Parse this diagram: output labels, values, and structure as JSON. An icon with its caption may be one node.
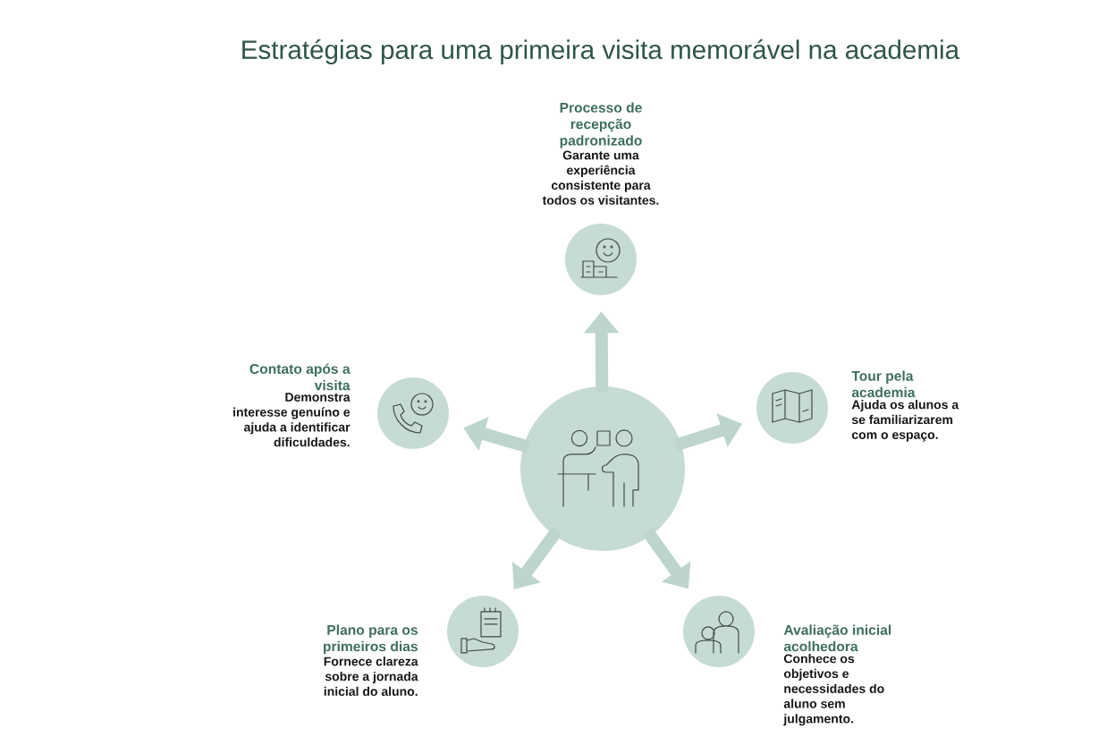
{
  "diagram": {
    "title": "Estratégias para uma primeira visita memorável na academia",
    "nodes": [
      {
        "text": [],
        "shape": "circle"
      },
      {
        "text": [
          "Processo de recepção padronizado",
          "Garante uma experiência consistente para todos os visitantes."
        ]
      },
      {
        "text": [
          "Contato após a visita",
          "Demonstra interesse genuíno e ajuda a identificar dificuldades."
        ]
      },
      {
        "text": [
          "Tour pela academia",
          "Ajuda os alunos a se familiarizarem com o espaço."
        ]
      },
      {
        "text": [
          "Plano para os primeiros dias",
          "Fornece clareza sobre a jornada inicial do aluno."
        ]
      },
      {
        "text": [
          "Avaliação inicial acolhedora",
          "Conhece os objetivos e necessidades do aluno sem julgamento."
        ]
      }
    ],
    "edges": [
      {
        "from": 0,
        "to": 1,
        "arrow": "to"
      },
      {
        "from": 0,
        "to": 2,
        "arrow": "to"
      },
      {
        "from": 0,
        "to": 3,
        "arrow": "to"
      },
      {
        "from": 0,
        "to": 4,
        "arrow": "to"
      },
      {
        "from": 0,
        "to": 5,
        "arrow": "to"
      }
    ]
  }
}
